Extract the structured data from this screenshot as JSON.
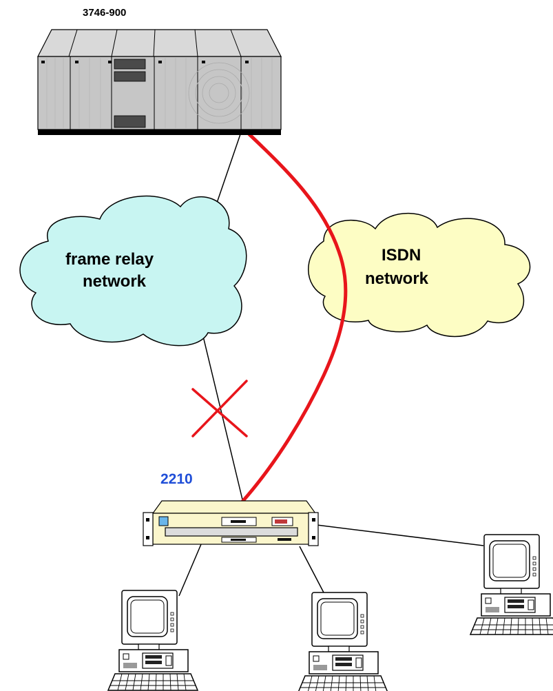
{
  "labels": {
    "host": "3746-900",
    "router": "2210",
    "frame_relay_line1": "frame relay",
    "frame_relay_line2": "network",
    "isdn_line1": "ISDN",
    "isdn_line2": "network"
  },
  "colors": {
    "frame_relay_cloud": "#c8f5f2",
    "isdn_cloud": "#fdfdc4",
    "backup_path": "#e8151b",
    "failure_mark": "#e8151b",
    "router_label": "#1f4ed8",
    "router_body": "#fbf6cc",
    "host_body": "#c6c6c6"
  },
  "icons": {
    "host": "mainframe-cabinet-icon",
    "router": "router-rack-icon",
    "workstations": [
      "desktop-pc-icon",
      "desktop-pc-icon",
      "desktop-pc-icon"
    ],
    "failure": "x-mark-icon"
  }
}
